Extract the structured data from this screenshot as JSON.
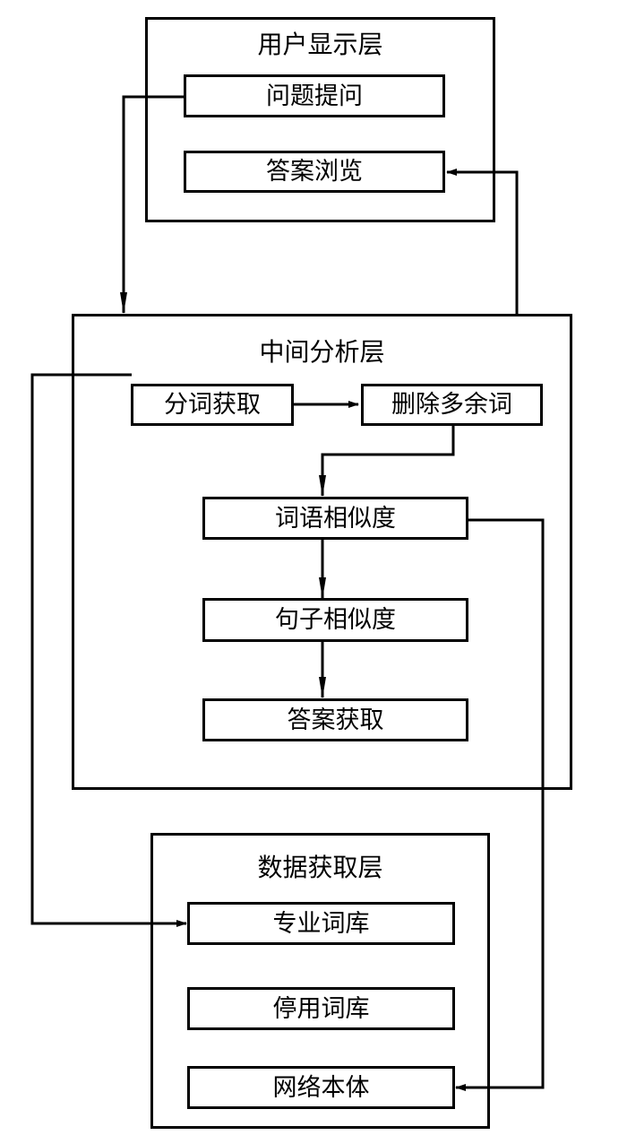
{
  "diagram": {
    "layers": [
      {
        "id": "user-display",
        "title": "用户显示层",
        "nodes": [
          {
            "id": "ask",
            "label": "问题提问"
          },
          {
            "id": "browse",
            "label": "答案浏览"
          }
        ]
      },
      {
        "id": "analysis",
        "title": "中间分析层",
        "nodes": [
          {
            "id": "segment",
            "label": "分词获取"
          },
          {
            "id": "remove",
            "label": "删除多余词"
          },
          {
            "id": "word-sim",
            "label": "词语相似度"
          },
          {
            "id": "sent-sim",
            "label": "句子相似度"
          },
          {
            "id": "answer",
            "label": "答案获取"
          }
        ]
      },
      {
        "id": "data-acquisition",
        "title": "数据获取层",
        "nodes": [
          {
            "id": "domain-lexicon",
            "label": "专业词库"
          },
          {
            "id": "stop-lexicon",
            "label": "停用词库"
          },
          {
            "id": "ontology",
            "label": "网络本体"
          }
        ]
      }
    ],
    "edges": [
      {
        "from": "问题提问",
        "to": "中间分析层"
      },
      {
        "from": "中间分析层",
        "to": "答案浏览"
      },
      {
        "from": "分词获取",
        "to": "删除多余词"
      },
      {
        "from": "删除多余词",
        "to": "词语相似度"
      },
      {
        "from": "词语相似度",
        "to": "句子相似度"
      },
      {
        "from": "句子相似度",
        "to": "答案获取"
      },
      {
        "from": "分词获取",
        "to": "专业词库"
      },
      {
        "from": "词语相似度",
        "to": "网络本体"
      }
    ]
  }
}
